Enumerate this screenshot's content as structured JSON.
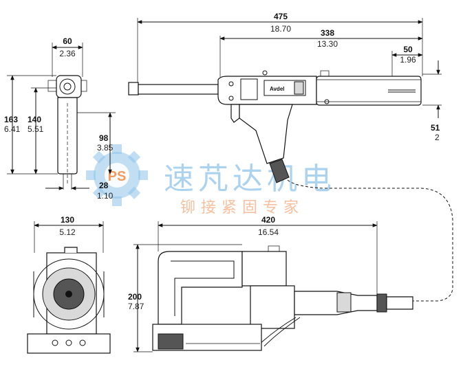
{
  "top_view": {
    "overall_length": {
      "mm": "475",
      "inch": "18.70"
    },
    "barrel_length": {
      "mm": "338",
      "inch": "13.30"
    },
    "rear_length": {
      "mm": "50",
      "inch": "1.96"
    },
    "rear_height": {
      "mm": "51",
      "inch": "2"
    },
    "brand_label": "Avdel"
  },
  "side_view": {
    "width": {
      "mm": "60",
      "inch": "2.36"
    },
    "height_total": {
      "mm": "163",
      "inch": "6.41"
    },
    "height_grip": {
      "mm": "140",
      "inch": "5.51"
    },
    "height_lower": {
      "mm": "98",
      "inch": "3.85"
    },
    "handle_width": {
      "mm": "28",
      "inch": "1.10"
    }
  },
  "base_front": {
    "width": {
      "mm": "130",
      "inch": "5.12"
    }
  },
  "base_side": {
    "length": {
      "mm": "420",
      "inch": "16.54"
    },
    "height": {
      "mm": "200",
      "inch": "7.87"
    }
  },
  "watermark": {
    "title": "速芃达机电",
    "subtitle": "铆接紧固专家",
    "logo_letters": "PS"
  },
  "colors": {
    "watermark_blue": "#8fc3ea",
    "watermark_orange": "#f6b48c",
    "line": "#111111"
  }
}
